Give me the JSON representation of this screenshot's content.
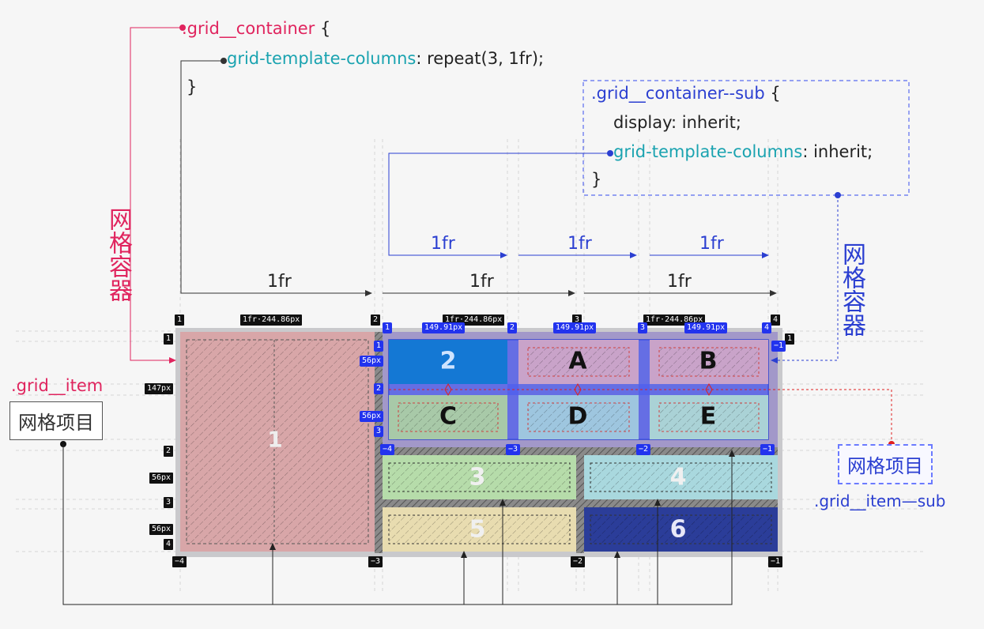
{
  "code_main": {
    "selector": ".grid__container",
    "open_brace": "{",
    "property": "grid-template-columns",
    "value": ": repeat(3, 1fr);",
    "close_brace": "}"
  },
  "code_sub": {
    "selector": ".grid__container--sub",
    "open_brace": "{",
    "line_display": "display: inherit;",
    "property": "grid-template-columns",
    "value": ": inherit;",
    "close_brace": "}"
  },
  "track_labels": {
    "main": [
      "1fr",
      "1fr",
      "1fr"
    ],
    "sub": [
      "1fr",
      "1fr",
      "1fr"
    ]
  },
  "labels": {
    "grid_container_vertical_left": "网格容器",
    "grid_container_vertical_right": "网格容器",
    "grid_item_class": ".grid__item",
    "grid_item_box": "网格项目",
    "grid_item_sub_box": "网格项目",
    "grid_item_sub_class": ".grid__item—sub"
  },
  "items": {
    "item1": "1",
    "item2": "2",
    "item3": "3",
    "item4": "4",
    "item5": "5",
    "item6": "6",
    "sub": [
      "A",
      "B",
      "C",
      "D",
      "E"
    ]
  },
  "overlay_badges": {
    "col_lines_top": [
      "1",
      "2",
      "3",
      "4"
    ],
    "col_lines_bottom": [
      "−4",
      "−3",
      "−2",
      "−1"
    ],
    "row_lines_left": [
      "1",
      "2",
      "3",
      "4"
    ],
    "row_sizes": [
      "147px",
      "56px",
      "56px"
    ],
    "col_size": "1fr·244.86px",
    "sub_col_lines_top": [
      "1",
      "2",
      "3",
      "4"
    ],
    "sub_col_lines_bottom": [
      "−4",
      "−3",
      "−2",
      "−1"
    ],
    "sub_row_lines_left": [
      "1",
      "2",
      "3"
    ],
    "sub_row_sizes": [
      "56px",
      "56px"
    ],
    "sub_col_size": "149.91px",
    "sub_right_end": "−1",
    "main_right_end": "1"
  },
  "colors": {
    "pink": "#e0245e",
    "blue": "#2b3fd1",
    "teal": "#1aa3b0",
    "item1": "#d8a6a8",
    "item2": "#1478d4",
    "item3": "#b6dcaa",
    "item4": "#a9d8de",
    "item5": "#e8dcb0",
    "item6": "#2b3d99"
  }
}
